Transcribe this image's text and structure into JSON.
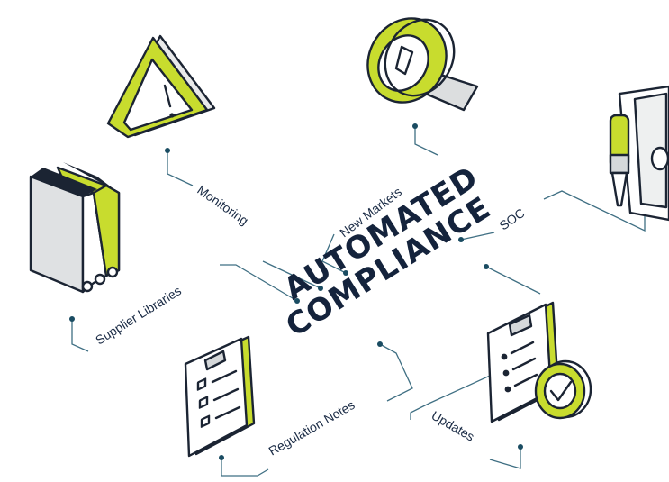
{
  "title": {
    "line1": "AUTOMATED",
    "line2": "COMPLIANCE"
  },
  "labels": {
    "monitoring": "Monitoring",
    "new_markets": "New Markets",
    "soc": "SOC",
    "supplier_libraries": "Supplier Libraries",
    "regulation_notes": "Regulation Notes",
    "updates": "Updates"
  },
  "colors": {
    "accent": "#c8dc2e",
    "outline": "#1b2433",
    "connector": "#3f6f83",
    "text": "#14233c"
  },
  "icons": [
    "warning-icon",
    "magnifier-icon",
    "certificate-pen-icon",
    "binders-icon",
    "checklist-icon",
    "approved-clipboard-icon"
  ]
}
